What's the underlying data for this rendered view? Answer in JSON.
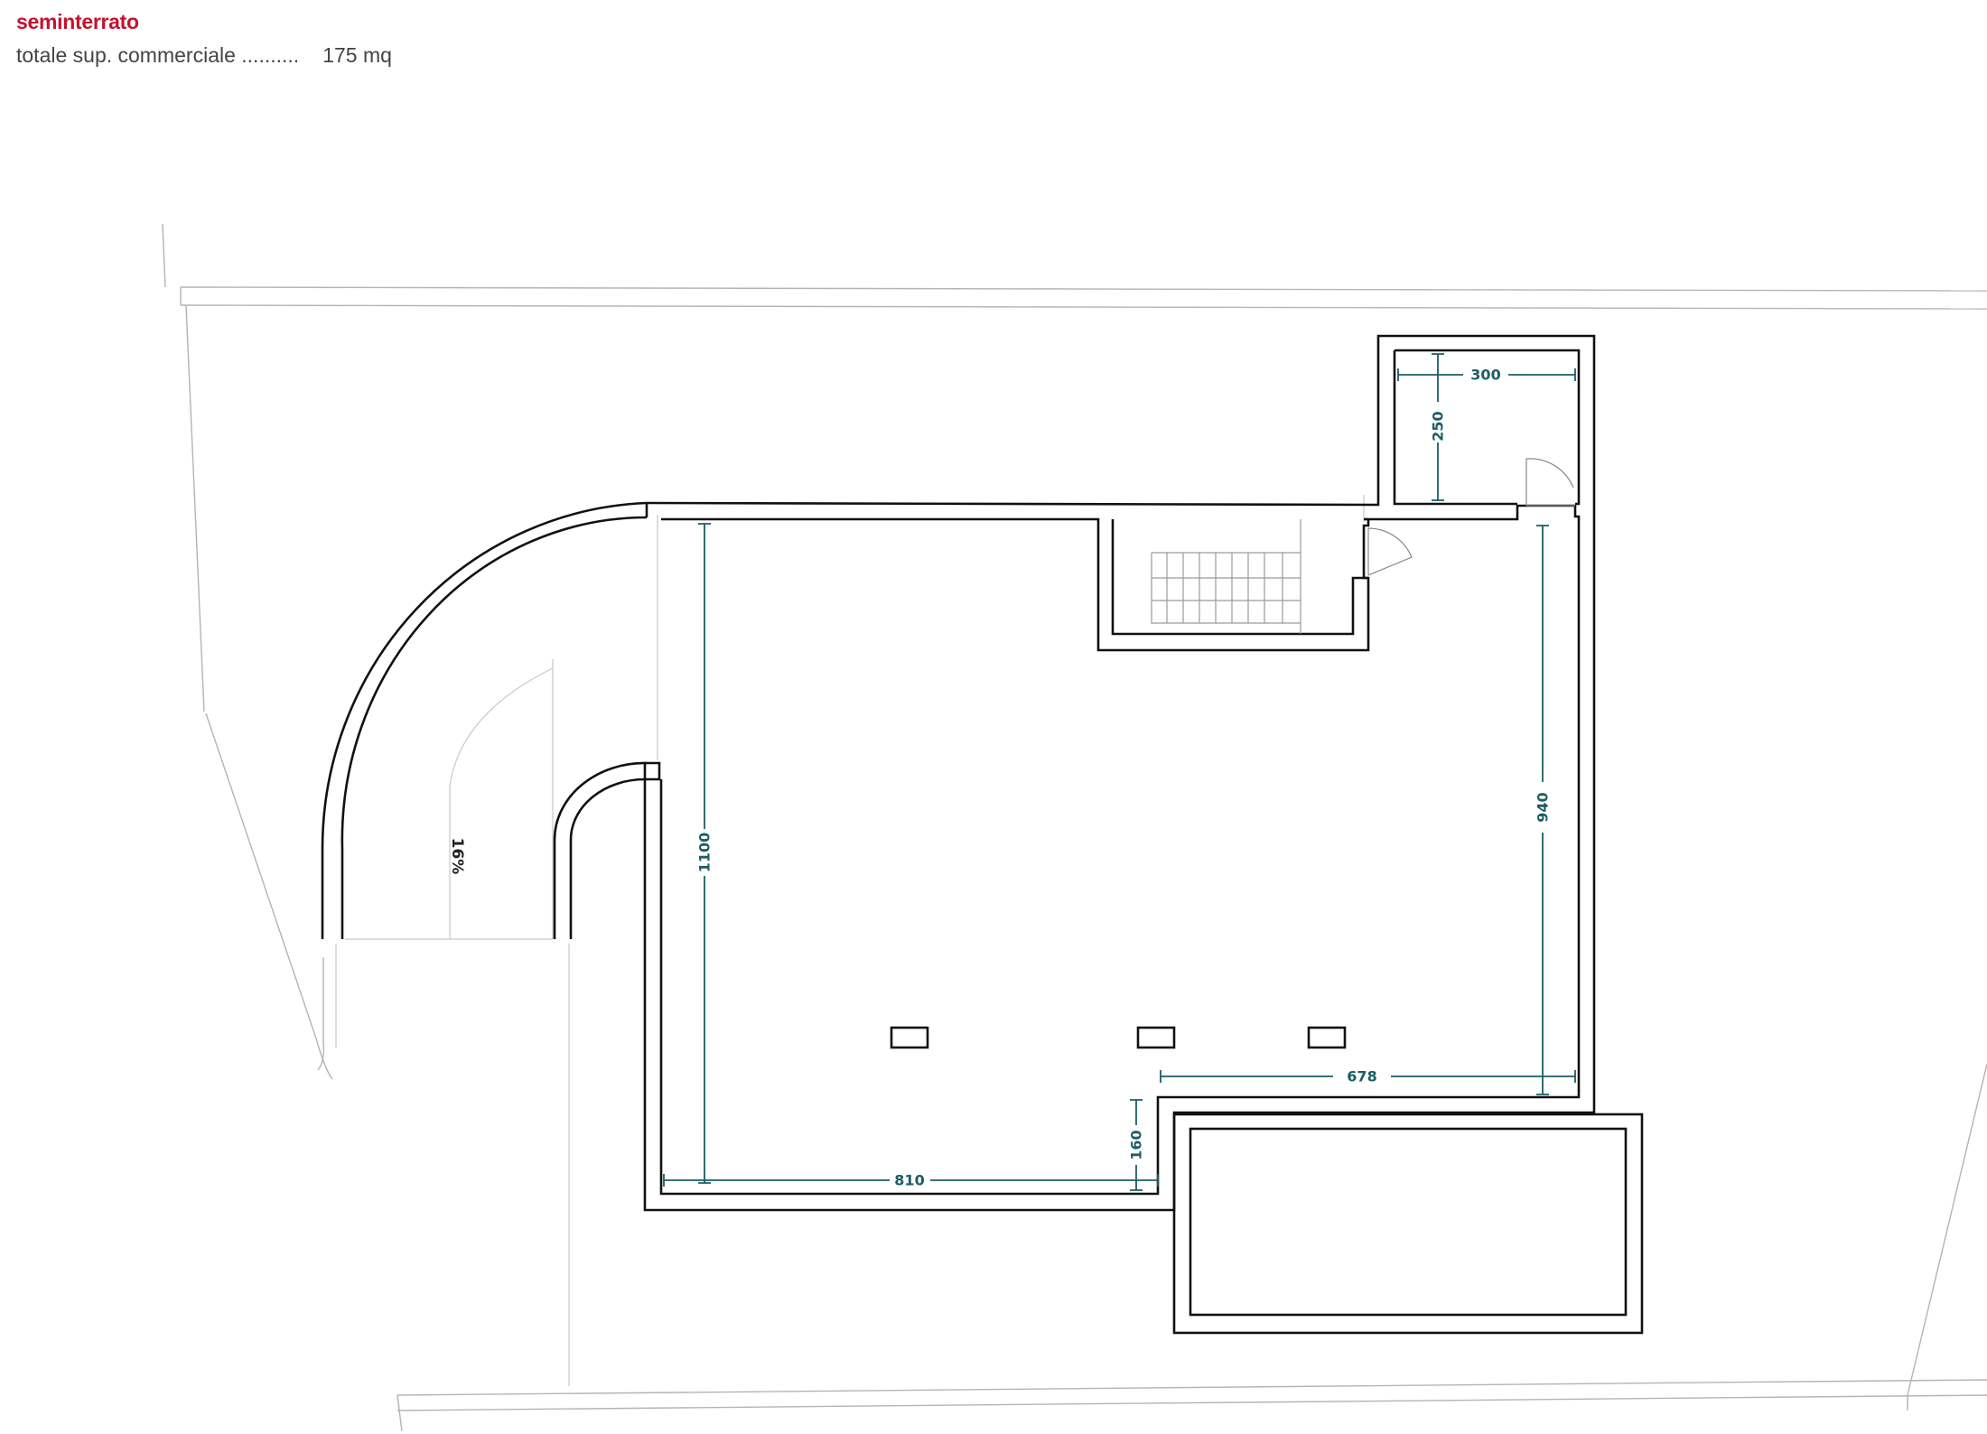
{
  "header": {
    "title": "seminterrato",
    "area_label": "totale sup. commerciale ..........",
    "area_value": "175 mq"
  },
  "plan": {
    "dimensions": {
      "d300": "300",
      "d250": "250",
      "d1100": "1100",
      "d940": "940",
      "d678": "678",
      "d810": "810",
      "d160": "160"
    },
    "ramp_slope": "16%"
  },
  "colors": {
    "title": "#c8102e",
    "dimension": "#1b5e63",
    "wall": "#111111"
  }
}
